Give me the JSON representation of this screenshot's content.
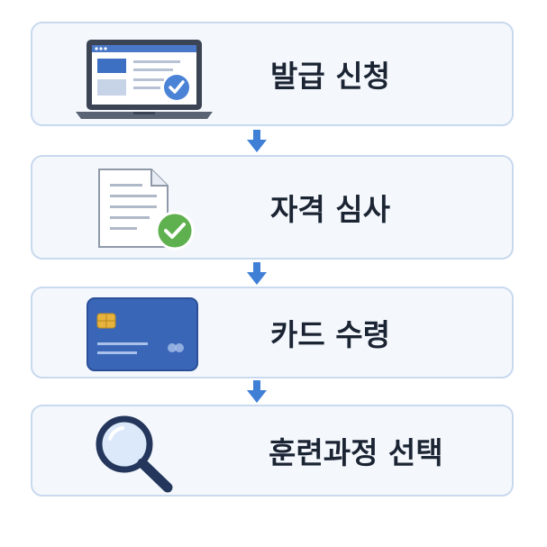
{
  "steps": [
    {
      "label": "발급 신청",
      "icon": "laptop-check-icon"
    },
    {
      "label": "자격 심사",
      "icon": "document-check-icon"
    },
    {
      "label": "카드 수령",
      "icon": "credit-card-icon"
    },
    {
      "label": "훈련과정 선택",
      "icon": "magnifier-icon"
    }
  ],
  "colors": {
    "box_fill": "#f4f8fd",
    "box_border": "#c9d9ee",
    "arrow": "#3f7fd6",
    "card_blue": "#3a66b8",
    "check_green": "#5fb14f"
  }
}
